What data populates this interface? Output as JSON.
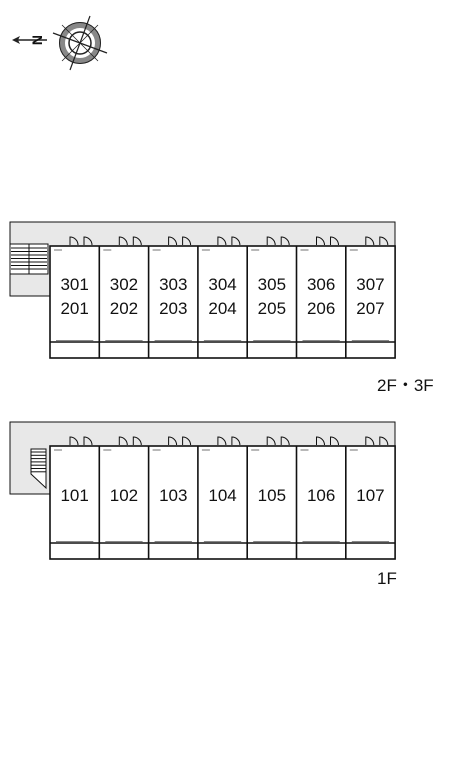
{
  "compass": {
    "north_mark": "N",
    "icon": "compass-rose-icon"
  },
  "upper_floor": {
    "label": "2F・3F",
    "units": [
      {
        "top": "301",
        "bottom": "201"
      },
      {
        "top": "302",
        "bottom": "202"
      },
      {
        "top": "303",
        "bottom": "203"
      },
      {
        "top": "304",
        "bottom": "204"
      },
      {
        "top": "305",
        "bottom": "205"
      },
      {
        "top": "306",
        "bottom": "206"
      },
      {
        "top": "307",
        "bottom": "207"
      }
    ]
  },
  "lower_floor": {
    "label": "1F",
    "units": [
      "101",
      "102",
      "103",
      "104",
      "105",
      "106",
      "107"
    ]
  },
  "colors": {
    "corridor": "#e8e8e8",
    "line": "#111111",
    "background": "#ffffff"
  }
}
